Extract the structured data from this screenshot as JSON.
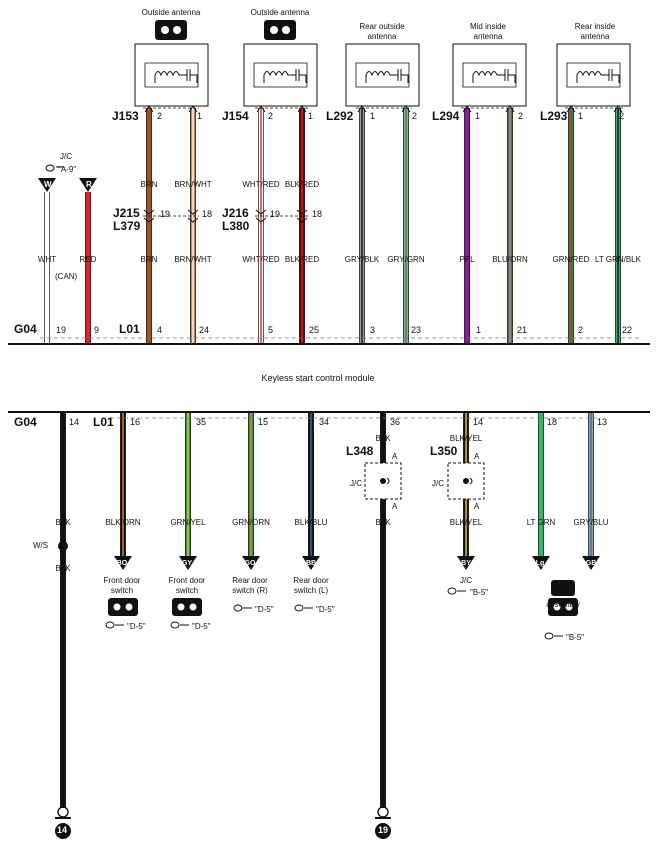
{
  "antennas": {
    "outside_1": {
      "title": "Outside antenna",
      "connector": "J153",
      "pins": [
        "2",
        "1"
      ],
      "wires": [
        "BRN",
        "BRN/WHT"
      ]
    },
    "outside_2": {
      "title": "Outside antenna",
      "connector": "J154",
      "pins": [
        "2",
        "1"
      ],
      "wires": [
        "WHT/RED",
        "BLK/RED"
      ]
    },
    "rear_outside": {
      "title_line1": "Rear outside",
      "title_line2": "antenna",
      "connector": "L292",
      "pins": [
        "1",
        "2"
      ]
    },
    "mid_inside": {
      "title_line1": "Mid inside",
      "title_line2": "antenna",
      "connector": "L294",
      "pins": [
        "1",
        "2"
      ]
    },
    "rear_inside": {
      "title_line1": "Rear inside",
      "title_line2": "antenna",
      "connector": "L293",
      "pins": [
        "1",
        "2"
      ]
    }
  },
  "joint_connectors": {
    "j215": "J215",
    "l379": "L379",
    "j215_pins": [
      "19",
      "18"
    ],
    "j216": "J216",
    "l380": "L380",
    "j216_pins": [
      "19",
      "18"
    ]
  },
  "can": {
    "jc_label": "J/C",
    "jc_ref": "\"A-9\"",
    "terminal_w": "W",
    "terminal_r": "R",
    "wires": [
      "WHT",
      "RED"
    ],
    "can_label": "(CAN)"
  },
  "top_row_wires": {
    "left_pair_bottom": [
      "BRN",
      "BRN/WHT"
    ],
    "mid_pair_bottom": [
      "WHT/RED",
      "BLK/RED"
    ],
    "rear_outside": [
      "GRY/BLK",
      "GRY/GRN"
    ],
    "mid_inside": [
      "PPL",
      "BLU/ORN"
    ],
    "rear_inside": [
      "GRN/RED",
      "LT GRN/BLK"
    ]
  },
  "module_top": {
    "g04": "G04",
    "g04_pins": [
      "19",
      "9"
    ],
    "l01": "L01",
    "l01_pins": [
      "4",
      "24",
      "5",
      "25",
      "3",
      "23",
      "1",
      "21",
      "2",
      "22"
    ]
  },
  "module_title": "Keyless start control module",
  "module_bottom": {
    "g04": "G04",
    "g04_pin": "14",
    "l01": "L01",
    "pins": [
      "16",
      "35",
      "15",
      "34",
      "36",
      "14",
      "18",
      "13"
    ]
  },
  "bottom_wires": {
    "g04_top": "BLK",
    "ws_label": "W/S",
    "g04_bottom": "BLK",
    "front_door_1": "BLK/ORN",
    "front_door_2": "GRN/YEL",
    "rear_door_r": "GRN/ORN",
    "rear_door_l": "BLK/BLU",
    "l348_top": "BLK",
    "l348_bottom": "BLK",
    "l350_top": "BLK/YEL",
    "l350_bottom": "BLK/YEL",
    "assembly": "LT GRN",
    "assembly_2": "GRY/BLU"
  },
  "splices": {
    "l348": "L348",
    "l350": "L350",
    "jc": "J/C",
    "pin_a": "A"
  },
  "terminals": {
    "bo": "BO",
    "gy": "GY",
    "go": "GO",
    "bb": "BB",
    "by": "BY",
    "lg": "Lg",
    "gb": "GB"
  },
  "destinations": {
    "front_door_1": [
      "Front door",
      "switch"
    ],
    "front_door_2": [
      "Front door",
      "switch"
    ],
    "rear_door_r": [
      "Rear door",
      "switch (R)"
    ],
    "rear_door_l": [
      "Rear door",
      "switch (L)"
    ],
    "by_jc": "J/C",
    "assembly": "assembly",
    "refs": {
      "d5": "\"D-5\"",
      "b5": "\"B-5\""
    }
  },
  "grounds": [
    "14",
    "19"
  ],
  "colors": {
    "brn": "#a0521d",
    "brn_wht": "#c9834a",
    "wht_red": "#e8a0a0",
    "blk_red": "#6a0000",
    "gry": "#9aa0a0",
    "ppl": "#8a1a9a",
    "blu": "#3a6ea8",
    "grn": "#1f9a4a",
    "ltgrn": "#32b86a",
    "red": "#e62020",
    "blk": "#111111",
    "orn": "#e08a20",
    "yel": "#e8d020"
  }
}
